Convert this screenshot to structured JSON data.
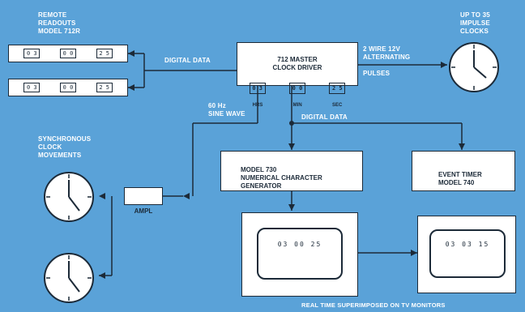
{
  "diagram": {
    "remote_readouts_label": "REMOTE\nREADOUTS\nMODEL 712R",
    "readout_1": [
      "0 3",
      "0 0",
      "2 5"
    ],
    "readout_2": [
      "0 3",
      "0 0",
      "2 5"
    ],
    "digital_data_left": "DIGITAL DATA",
    "master_title": "712 MASTER\nCLOCK DRIVER",
    "master_digits": [
      "0 3",
      "0 0",
      "2 5"
    ],
    "master_units": [
      "HRS",
      "MIN",
      "SEC"
    ],
    "two_wire_label": "2 WIRE 12V\nALTERNATING",
    "pulses_label": "PULSES",
    "impulse_label": "UP TO 35\nIMPULSE\nCLOCKS",
    "sine_label": "60 Hz\nSINE WAVE",
    "digital_data_center": "DIGITAL DATA",
    "sync_label": "SYNCHRONOUS\nCLOCK\nMOVEMENTS",
    "ampl_label": "AMPL",
    "model730_label": "MODEL 730\nNUMERICAL CHARACTER\nGENERATOR",
    "event_timer_label": "EVENT TIMER\nMODEL 740",
    "monitor_1_text": "03 00 25",
    "monitor_2_text": "03 03 15",
    "caption": "REAL TIME SUPERIMPOSED ON TV MONITORS"
  },
  "colors": {
    "background": "#5aa2d8",
    "line": "#1c2a38",
    "box": "#ffffff"
  }
}
